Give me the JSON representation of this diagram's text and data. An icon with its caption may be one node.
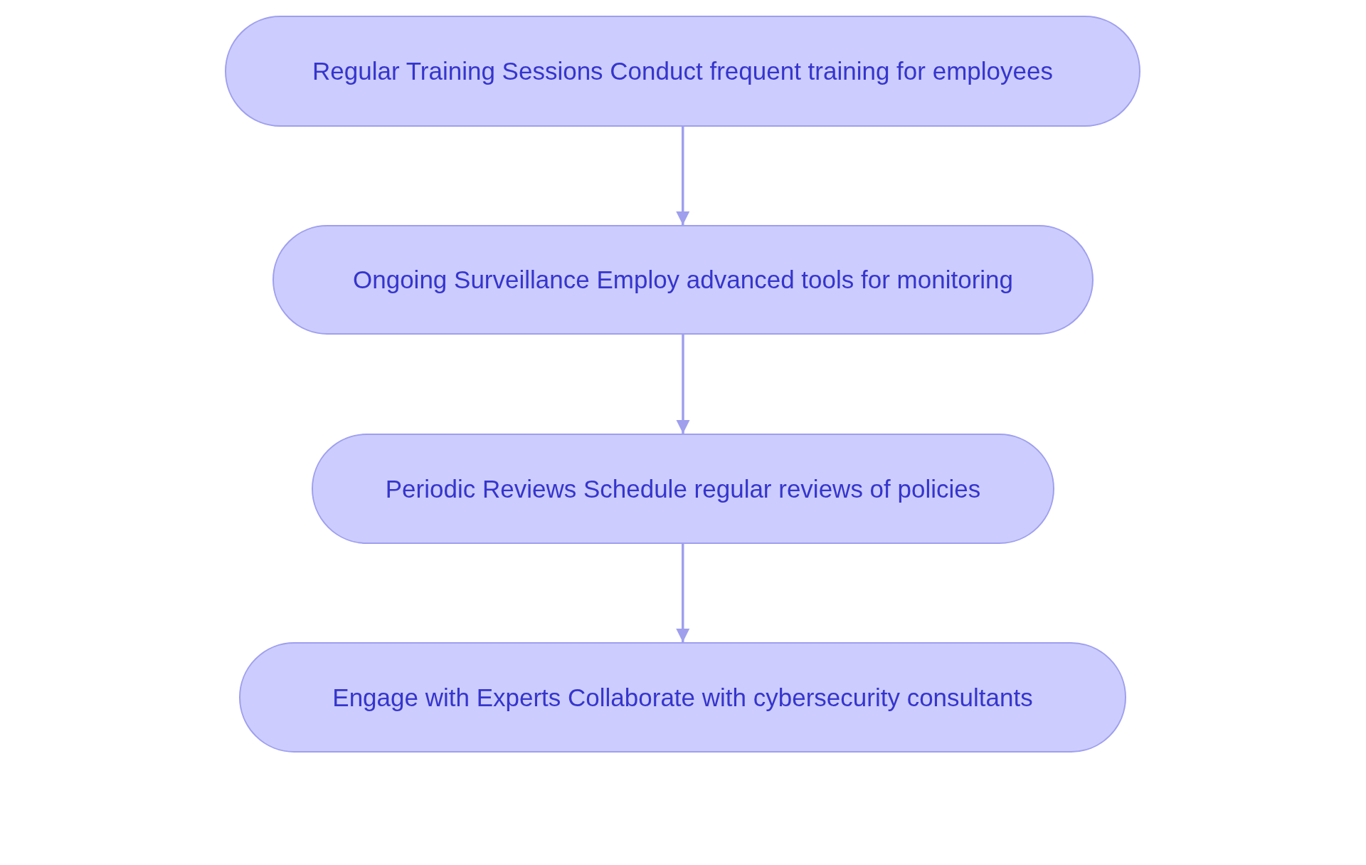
{
  "diagram": {
    "nodes": [
      {
        "text": [
          "Regular Training Sessions Conduct frequent training for employees"
        ]
      },
      {
        "text": [
          "Ongoing Surveillance Employ advanced tools for monitoring"
        ]
      },
      {
        "text": [
          "Periodic Reviews Schedule regular reviews of policies"
        ]
      },
      {
        "text": [
          "Engage with Experts Collaborate with cybersecurity consultants"
        ]
      }
    ],
    "edges": [
      {
        "from": 0,
        "to": 1,
        "arrow": "to"
      },
      {
        "from": 1,
        "to": 2,
        "arrow": "to"
      },
      {
        "from": 2,
        "to": 3,
        "arrow": "to"
      }
    ]
  }
}
